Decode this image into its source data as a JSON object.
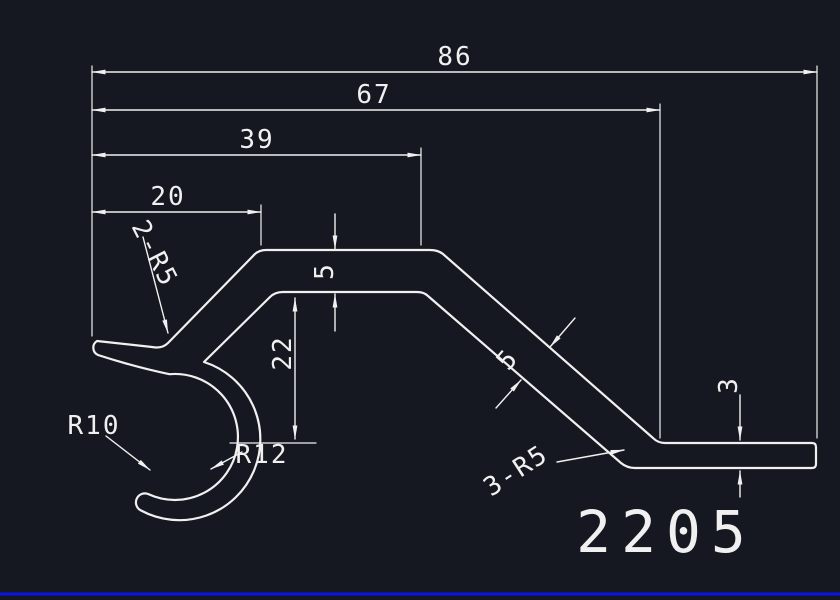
{
  "colors": {
    "background": "#151820",
    "line": "#f0f0f0",
    "accent": "#0b16e6"
  },
  "drawing": {
    "part_number": "2205",
    "dims": {
      "total_width": "86",
      "width_67": "67",
      "width_39": "39",
      "width_20": "20",
      "top_thickness": "5",
      "height_22": "22",
      "fillet_top": "2-R5",
      "radius_inner": "R10",
      "radius_outer": "R12",
      "slope_thickness": "5",
      "fillet_bottom": "3-R5",
      "right_thickness": "3"
    }
  }
}
